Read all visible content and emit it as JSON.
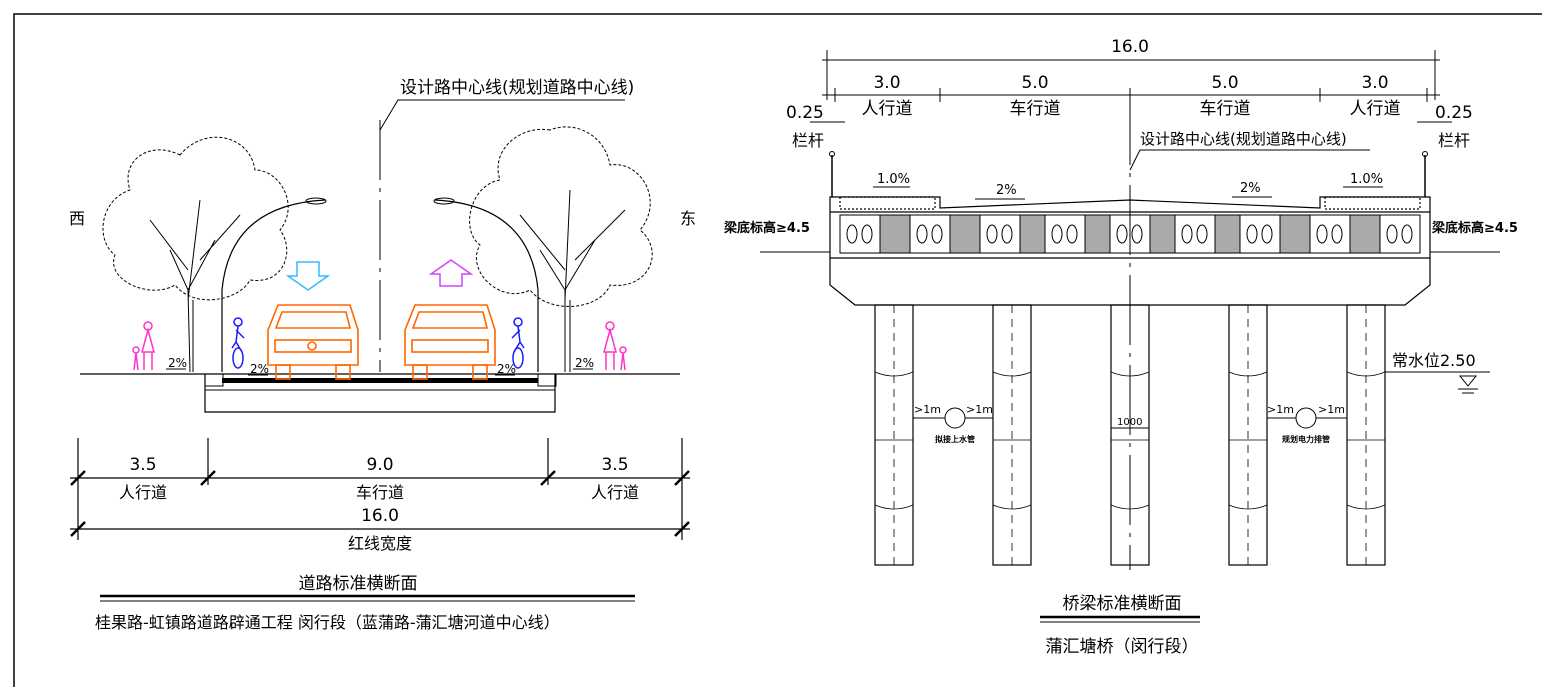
{
  "left_panel": {
    "centerline_label": "设计路中心线(规划道路中心线)",
    "west_label": "西",
    "east_label": "东",
    "slopes": [
      "2%",
      "2%",
      "2%",
      "2%"
    ],
    "dims_top": [
      {
        "value": "3.5",
        "label": "人行道"
      },
      {
        "value": "9.0",
        "label": "车行道"
      },
      {
        "value": "3.5",
        "label": "人行道"
      }
    ],
    "total": {
      "value": "16.0",
      "label": "红线宽度"
    },
    "section_title": "道路标准横断面",
    "project_title": "桂果路-虹镇路道路辟通工程 闵行段（蓝蒲路-蒲汇塘河道中心线）"
  },
  "right_panel": {
    "total_width": "16.0",
    "dims": [
      {
        "value": "3.0",
        "label": "人行道"
      },
      {
        "value": "5.0",
        "label": "车行道"
      },
      {
        "value": "5.0",
        "label": "车行道"
      },
      {
        "value": "3.0",
        "label": "人行道"
      }
    ],
    "rail_left": {
      "value": "0.25",
      "label": "栏杆"
    },
    "rail_right": {
      "value": "0.25",
      "label": "栏杆"
    },
    "centerline_label": "设计路中心线(规划道路中心线)",
    "slope_left_walk": "1.0%",
    "slope_left_road": "2%",
    "slope_right_road": "2%",
    "slope_right_walk": "1.0%",
    "beam_left": "梁底标高≥4.5",
    "beam_right": "梁底标高≥4.5",
    "water_level": "常水位2.50",
    "pipe_left_dims": [
      ">1m",
      ">1m"
    ],
    "pipe_right_dims": [
      ">1m",
      ">1m"
    ],
    "pile_dim": "1000",
    "pipe_left_label": "拟接上水管",
    "pipe_right_label": "规划电力排管",
    "section_title": "桥梁标准横断面",
    "bridge_name": "蒲汇塘桥（闵行段）"
  },
  "colors": {
    "car": "#ff6600",
    "pedestrian": "#ff33cc",
    "cyclist": "#1a1aff",
    "arrow_down": "#33bbff",
    "arrow_up": "#cc44ff",
    "line": "#000000"
  }
}
